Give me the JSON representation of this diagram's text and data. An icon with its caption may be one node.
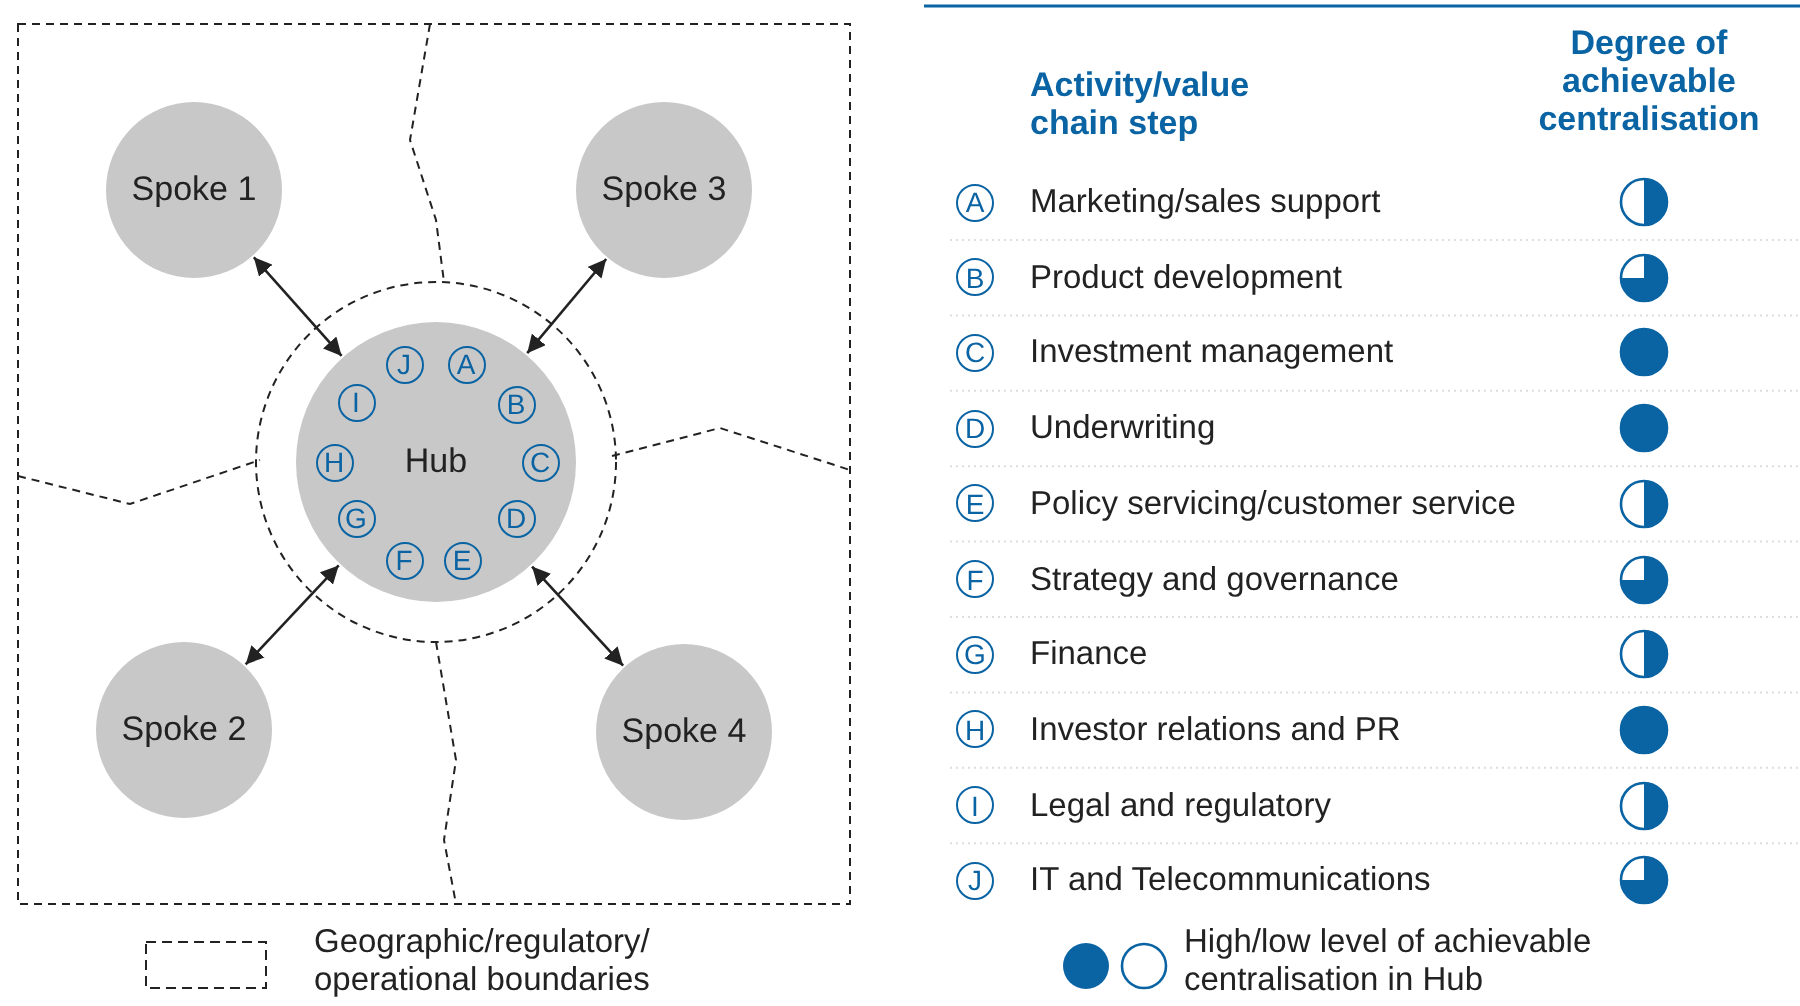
{
  "diagram": {
    "nodes": [
      {
        "text": [
          "Spoke 1"
        ]
      },
      {
        "text": [
          "Spoke 3"
        ]
      },
      {
        "text": [
          "Hub"
        ]
      },
      {
        "text": [
          "A"
        ],
        "in": 2
      },
      {
        "text": [
          "B"
        ],
        "in": 2
      },
      {
        "text": [
          "C"
        ],
        "in": 2
      },
      {
        "text": [
          "D"
        ],
        "in": 2
      },
      {
        "text": [
          "E"
        ],
        "in": 2
      },
      {
        "text": [
          "F"
        ],
        "in": 2
      },
      {
        "text": [
          "G"
        ],
        "in": 2
      },
      {
        "text": [
          "H"
        ],
        "in": 2
      },
      {
        "text": [
          "I"
        ],
        "in": 2
      },
      {
        "text": [
          "J"
        ],
        "in": 2
      },
      {
        "text": [
          "Spoke 2"
        ]
      },
      {
        "text": [
          "Spoke 4"
        ]
      },
      {
        "text": [
          "A"
        ],
        "beside": [
          "Marketing/sales support"
        ]
      },
      {
        "text": [
          "B"
        ],
        "beside": [
          "Product development"
        ]
      },
      {
        "text": [
          "C"
        ],
        "beside": [
          "Investment management"
        ]
      },
      {
        "text": [
          "D"
        ],
        "beside": [
          "Underwriting"
        ]
      },
      {
        "text": [
          "E"
        ],
        "beside": [
          "Policy servicing/customer service"
        ]
      },
      {
        "text": [
          "F"
        ],
        "beside": [
          "Strategy and governance"
        ]
      },
      {
        "text": [
          "G"
        ],
        "beside": [
          "Finance"
        ]
      },
      {
        "text": [
          "H"
        ],
        "beside": [
          "Investor relations and PR"
        ]
      },
      {
        "text": [
          "I"
        ],
        "beside": [
          "Legal and regulatory"
        ]
      },
      {
        "text": [
          "J"
        ],
        "beside": [
          "IT and Telecommunications"
        ]
      }
    ],
    "edges": [
      {
        "from": 0,
        "to": 2,
        "arrow": "both"
      },
      {
        "from": 1,
        "to": 2,
        "arrow": "both"
      },
      {
        "from": 13,
        "to": 2,
        "arrow": "both"
      },
      {
        "from": 14,
        "to": 2,
        "arrow": "both"
      }
    ],
    "labels": [
      "Activity/value chain step",
      "Degree of achievable centralisation"
    ],
    "legend": [
      {
        "text": "Geographic/regulatory/ operational boundaries"
      },
      {
        "text": "High/low level of achievable centralisation in Hub"
      }
    ]
  }
}
